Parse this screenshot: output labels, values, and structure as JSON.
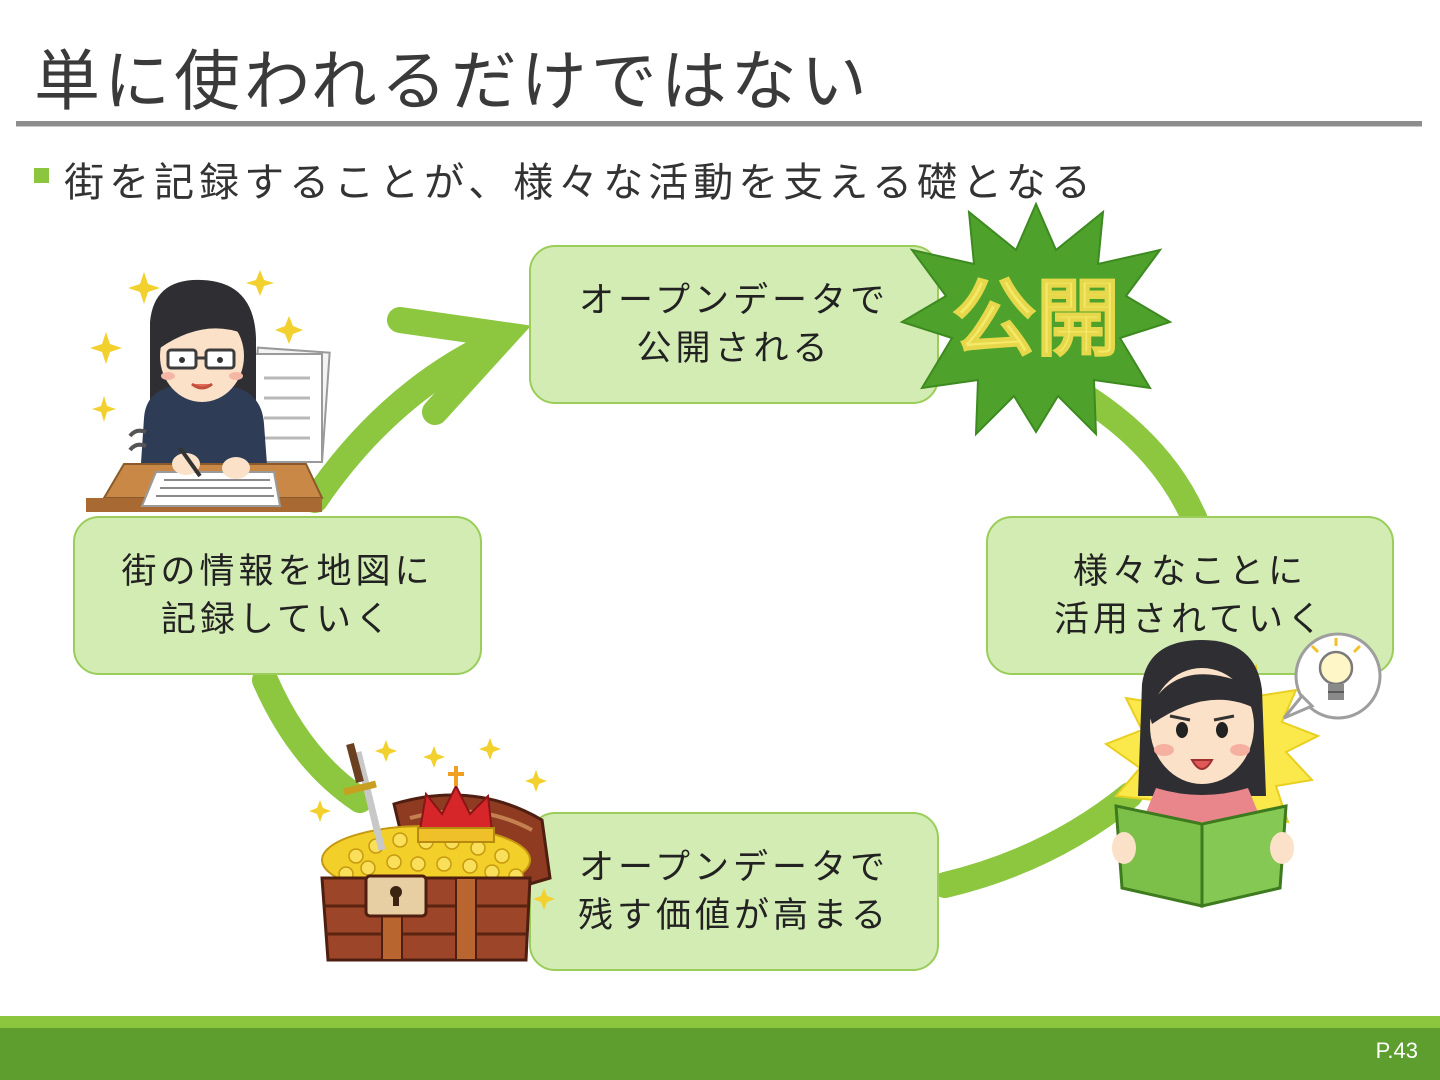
{
  "slide": {
    "title": "単に使われるだけではない",
    "bullet": "街を記録することが、様々な活動を支える礎となる",
    "page_number": "P.43"
  },
  "cycle": {
    "top": {
      "line1": "オープンデータで",
      "line2": "公開される"
    },
    "left": {
      "line1": "街の情報を地図に",
      "line2": "記録していく"
    },
    "right": {
      "line1": "様々なことに",
      "line2": "活用されていく"
    },
    "bottom": {
      "line1": "オープンデータで",
      "line2": "残す価値が高まる"
    }
  },
  "badge": {
    "text": "公開"
  },
  "colors": {
    "accent": "#8cc63f",
    "arrow": "#8dc63f",
    "box_fill": "#d3ecb4",
    "box_border": "#9acd5a",
    "footer_dark": "#5e9e2f",
    "badge_green": "#4ea22c",
    "badge_text": "#f5e96a"
  },
  "illustrations": [
    "woman-writing-icon",
    "treasure-chest-icon",
    "woman-reading-book-icon",
    "burst-badge-icon"
  ]
}
